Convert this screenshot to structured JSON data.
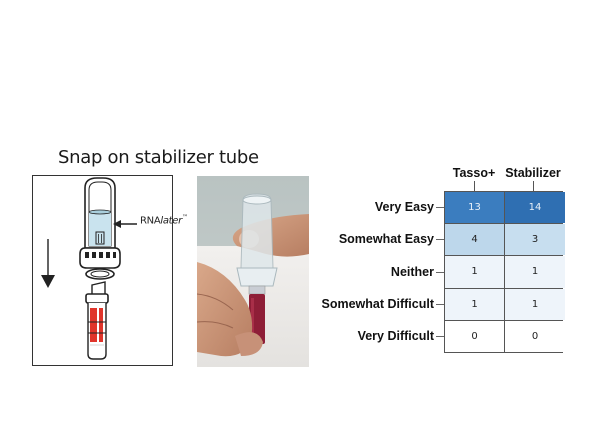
{
  "title": "Snap on stabilizer tube",
  "illustration": {
    "label": "RNAlater™",
    "label_prefix": "RNA",
    "label_italic": "later",
    "label_suffix": "™",
    "colors": {
      "liquid": "#c9e3ee",
      "stripes": "#e0352b",
      "outline": "#222222"
    }
  },
  "chart_data": {
    "type": "heatmap",
    "title": "",
    "columns": [
      "Tasso+",
      "Stabilizer"
    ],
    "rows": [
      "Very Easy",
      "Somewhat Easy",
      "Neither",
      "Somewhat Difficult",
      "Very Difficult"
    ],
    "values": [
      [
        13,
        14
      ],
      [
        4,
        3
      ],
      [
        1,
        1
      ],
      [
        1,
        1
      ],
      [
        0,
        0
      ]
    ],
    "series": [
      {
        "name": "Tasso+",
        "values": [
          13,
          4,
          1,
          1,
          0
        ]
      },
      {
        "name": "Stabilizer",
        "values": [
          14,
          3,
          1,
          1,
          0
        ]
      }
    ],
    "cell_colors": [
      [
        "#3b7dbf",
        "#2f6fb2"
      ],
      [
        "#bdd7eb",
        "#c7deef"
      ],
      [
        "#eef4fa",
        "#eef4fa"
      ],
      [
        "#eef4fa",
        "#eef4fa"
      ],
      [
        "#ffffff",
        "#ffffff"
      ]
    ],
    "colormap": "Blues",
    "xlabel": "",
    "ylabel": ""
  }
}
